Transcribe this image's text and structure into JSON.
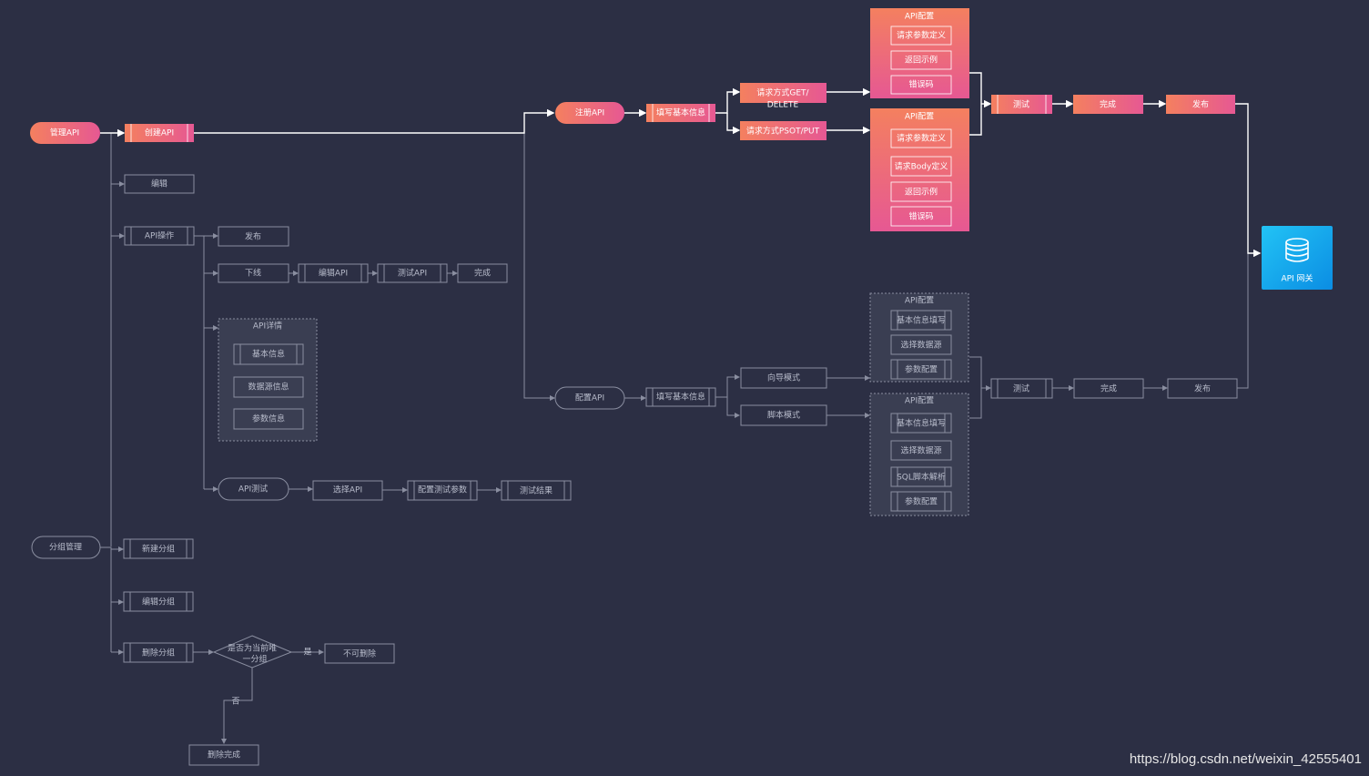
{
  "nodes": {
    "manage_api": "管理API",
    "create_api": "创建API",
    "edit": "编辑",
    "api_ops": "API操作",
    "publish_op": "发布",
    "offline": "下线",
    "edit_api": "编辑API",
    "test_api": "测试API",
    "done_op": "完成",
    "api_detail": "API详情",
    "basic_info": "基本信息",
    "datasource_info": "数据源信息",
    "param_info": "参数信息",
    "api_test": "API测试",
    "select_api": "选择API",
    "config_test_params": "配置测试参数",
    "test_result": "测试结果",
    "group_mgmt": "分组管理",
    "new_group": "新建分组",
    "edit_group": "编辑分组",
    "delete_group": "删除分组",
    "is_only_group_l1": "是否为当前唯",
    "is_only_group_l2": "一分组",
    "yes": "是",
    "no": "否",
    "cannot_delete": "不可删除",
    "delete_done": "删除完成",
    "register_api": "注册API",
    "fill_basic_info": "填写基本信息",
    "method_get_l1": "请求方式GET/",
    "method_get_l2": "DELETE",
    "method_post": "请求方式PSOT/PUT",
    "api_config": "API配置",
    "req_param_def": "请求参数定义",
    "return_example": "返回示例",
    "error_code": "错误码",
    "req_body_def": "请求Body定义",
    "test": "测试",
    "done": "完成",
    "publish": "发布",
    "gateway": "API 网关",
    "config_api": "配置API",
    "fill_basic_info2": "填写基本信息",
    "wizard_mode": "向导模式",
    "script_mode": "脚本模式",
    "basic_info_fill": "基本信息填写",
    "select_datasource": "选择数据源",
    "param_config": "参数配置",
    "sql_parse": "SQL脚本解析",
    "test2": "测试",
    "done2": "完成",
    "publish2": "发布"
  },
  "watermark": "https://blog.csdn.net/weixin_42555401",
  "colors": {
    "bg": "#2c2f44",
    "grad_start": "#f4805f",
    "grad_end": "#e65893",
    "gateway": "#1aa6f0"
  }
}
